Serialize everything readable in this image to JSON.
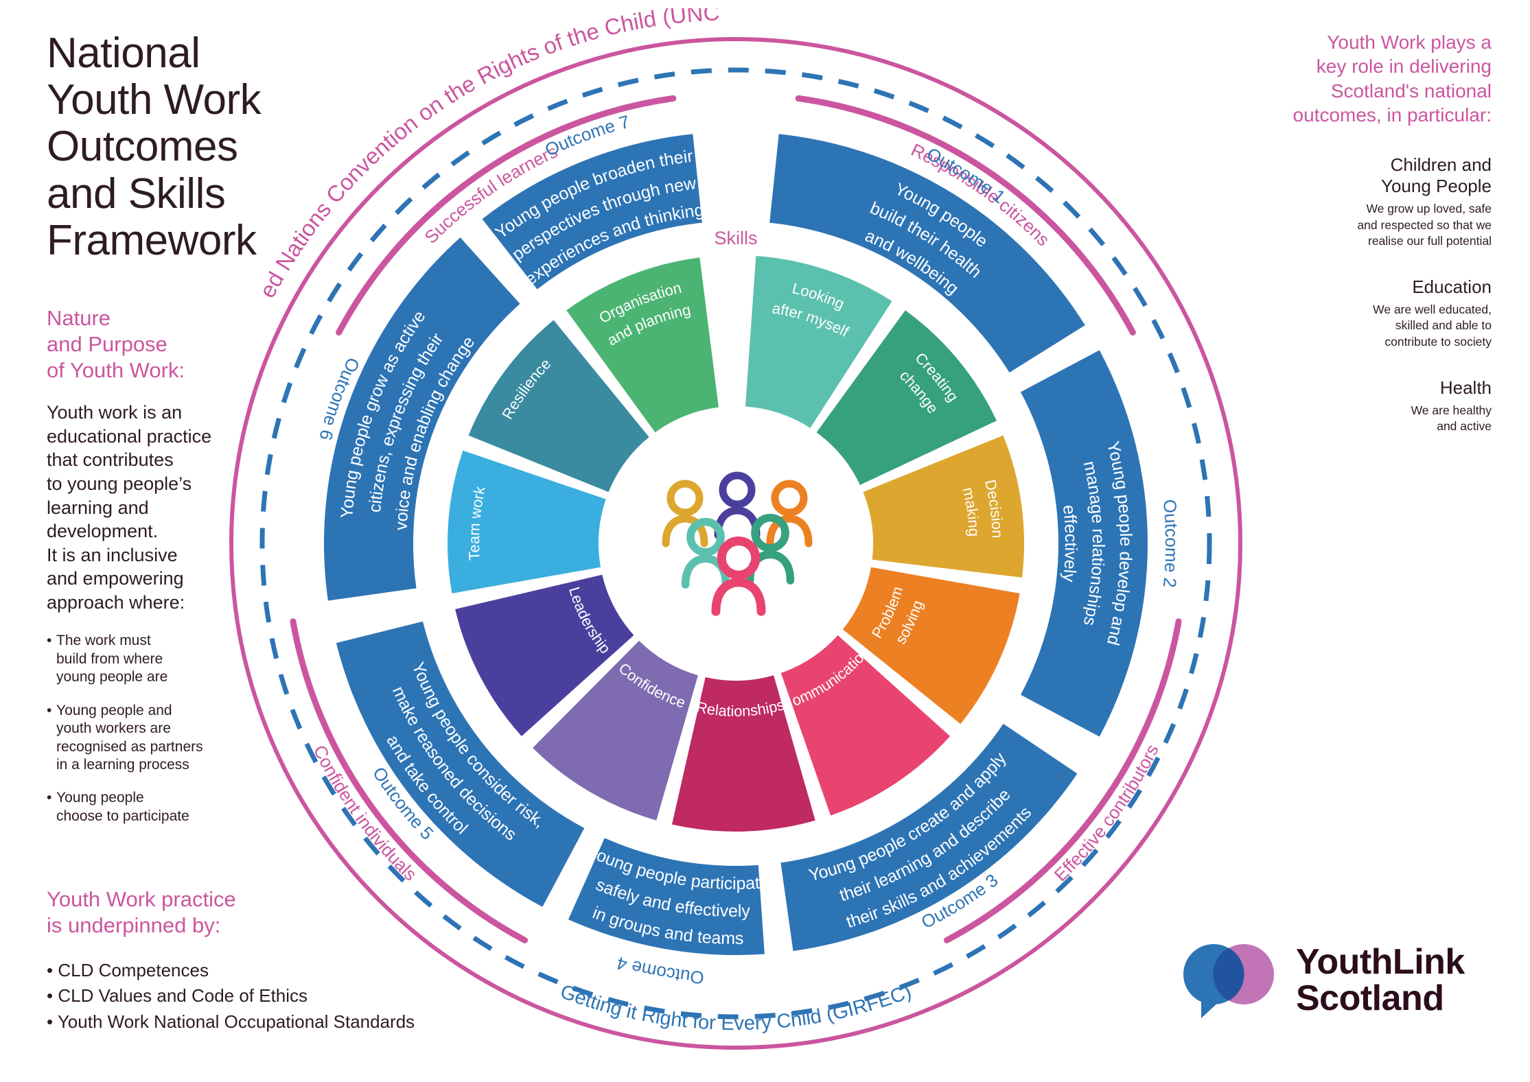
{
  "title": "National\nYouth Work\nOutcomes\nand Skills\nFramework",
  "left": {
    "nature_heading": "Nature\nand Purpose\nof Youth Work:",
    "nature_body": "Youth work is an\neducational practice\nthat contributes\nto young people’s\nlearning and\ndevelopment.\nIt is an inclusive\nand empowering\napproach where:",
    "bullets": [
      "The work must\nbuild from where\nyoung people are",
      "Young people and\nyouth workers are\nrecognised as partners\nin a learning process",
      "Young people\nchoose to participate"
    ],
    "practice_heading": "Youth Work practice\nis underpinned by:",
    "practice_items": [
      "• CLD Competences",
      "• CLD Values and Code of Ethics",
      "• Youth Work National Occupational Standards"
    ]
  },
  "right": {
    "heading": "Youth Work plays a\nkey role in delivering\nScotland's national\noutcomes, in particular:",
    "national_outcomes": [
      {
        "title": "Children and\nYoung People",
        "desc": "We grow up loved, safe\nand respected so that we\nrealise our full potential"
      },
      {
        "title": "Education",
        "desc": "We are well educated,\nskilled and able to\ncontribute to society"
      },
      {
        "title": "Health",
        "desc": "We are healthy\nand active"
      }
    ]
  },
  "logo": {
    "line1": "YouthLink",
    "line2": "Scotland",
    "mark_blue": "#2d74b5",
    "mark_pink": "#c175b7"
  },
  "wheel": {
    "outer_ring_labels": [
      {
        "name": "uncrc",
        "text": "United Nations Convention on the Rights of the Child (UNCRC)",
        "color": "#cb559f"
      },
      {
        "name": "girfec",
        "text": "Getting it Right for Every Child (GIRFEC)",
        "color": "#2d74b5"
      }
    ],
    "capacity_labels": [
      {
        "name": "successful-learners",
        "text": "Successful learners",
        "color": "#cb559f"
      },
      {
        "name": "responsible-citizens",
        "text": "Responsible citizens",
        "color": "#cb559f"
      },
      {
        "name": "effective-contributors",
        "text": "Effective contributors",
        "color": "#cb559f"
      },
      {
        "name": "confident-individuals",
        "text": "Confident individuals",
        "color": "#cb559f"
      }
    ],
    "skills_heading": "Skills",
    "outcomes": [
      {
        "num": "Outcome 1",
        "text": "Young people\nbuild their health\nand wellbeing",
        "color": "#2d74b5"
      },
      {
        "num": "Outcome 2",
        "text": "Young people develop and\nmanage relationships\neffectively",
        "color": "#2d74b5"
      },
      {
        "num": "Outcome 3",
        "text": "Young people create and apply\ntheir learning and describe\ntheir skills and achievements",
        "color": "#2d74b5"
      },
      {
        "num": "Outcome 4",
        "text": "Young people participate\nsafely and effectively\nin groups and teams",
        "color": "#2d74b5"
      },
      {
        "num": "Outcome 5",
        "text": "Young people consider risk,\nmake reasoned decisions\nand take control",
        "color": "#2d74b5"
      },
      {
        "num": "Outcome 6",
        "text": "Young people grow as active\ncitizens, expressing their\nvoice and enabling change",
        "color": "#2d74b5"
      },
      {
        "num": "Outcome 7",
        "text": "Young people broaden their\nperspectives through new\nexperiences and thinking",
        "color": "#2d74b5"
      }
    ],
    "skills": [
      {
        "name": "looking-after-myself",
        "text": "Looking\nafter myself",
        "color": "#5cc0ae"
      },
      {
        "name": "creating-change",
        "text": "Creating\nchange",
        "color": "#37a07f"
      },
      {
        "name": "decision-making",
        "text": "Decision\nmaking",
        "color": "#dda62f"
      },
      {
        "name": "problem-solving",
        "text": "Problem\nsolving",
        "color": "#ec8023"
      },
      {
        "name": "communication",
        "text": "Communication",
        "color": "#e8446f"
      },
      {
        "name": "relationships",
        "text": "Relationships",
        "color": "#bf2a63"
      },
      {
        "name": "confidence",
        "text": "Confidence",
        "color": "#7e6bb0"
      },
      {
        "name": "leadership",
        "text": "Leadership",
        "color": "#4b3f9e"
      },
      {
        "name": "team-work",
        "text": "Team work",
        "color": "#3aaede"
      },
      {
        "name": "resilience",
        "text": "Resilience",
        "color": "#3a8ba0"
      },
      {
        "name": "organisation-and-planning",
        "text": "Organisation\nand planning",
        "color": "#4cb472"
      }
    ],
    "centre_figures": [
      {
        "name": "figure-gold",
        "color": "#dda62f"
      },
      {
        "name": "figure-indigo",
        "color": "#4b3f9e"
      },
      {
        "name": "figure-orange",
        "color": "#ec8023"
      },
      {
        "name": "figure-teal",
        "color": "#5cc0ae"
      },
      {
        "name": "figure-green",
        "color": "#37a07f"
      },
      {
        "name": "figure-pink",
        "color": "#e8446f"
      }
    ],
    "ring_colors": {
      "outcome_blue": "#2d74b5",
      "pink_arc": "#cb559f",
      "dashed_blue": "#2d74b5"
    }
  }
}
